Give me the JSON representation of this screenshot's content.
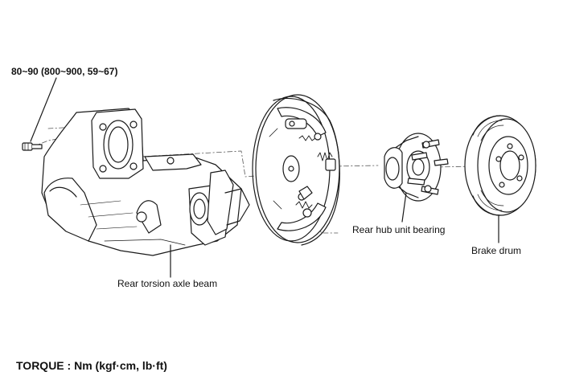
{
  "labels": {
    "torque_spec": "80~90 (800~900, 59~67)",
    "axle_beam": "Rear torsion axle beam",
    "hub_bearing": "Rear hub unit bearing",
    "brake_drum": "Brake drum"
  },
  "caption": {
    "torque_units": "TORQUE : Nm (kgf·cm, lb·ft)"
  }
}
